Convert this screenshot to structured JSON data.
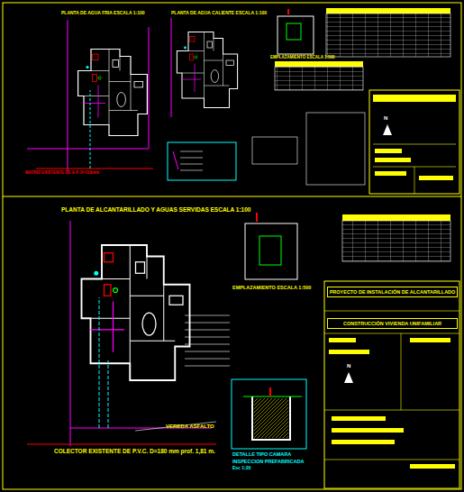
{
  "diagram": {
    "nodes": [
      {
        "text": [
          "PROYECTO DE INSTALACIÓN DE ALCANTARILLADO"
        ]
      },
      {
        "text": [
          "CONSTRUCCIÓN VIVIENDA UNIFAMILIAR"
        ]
      }
    ],
    "labels": [
      "PLANTA DE AGUA FRIA ESCALA 1:100",
      "PLANTA DE AGUA CALIENTE ESCALA 1:100",
      "EMPLAZAMIENTO ESCALA 1:500",
      "PLANTA DE ALCANTARILLADO Y AGUAS SERVIDAS ESCALA 1:100",
      "EMPLAZAMIENTO ESCALA 1:500",
      "VEREDA ASFALTO",
      "COLECTOR EXISTENTE DE P.V.C. D=180 mm prof. 1,81 m.",
      "DETALLE TIPO CAMARA",
      "INSPECCION PREFABRICADA",
      "Esc 1:20",
      "N",
      "N",
      "MATRIZ EXISTENTE DE A.P. D=110mm"
    ]
  }
}
